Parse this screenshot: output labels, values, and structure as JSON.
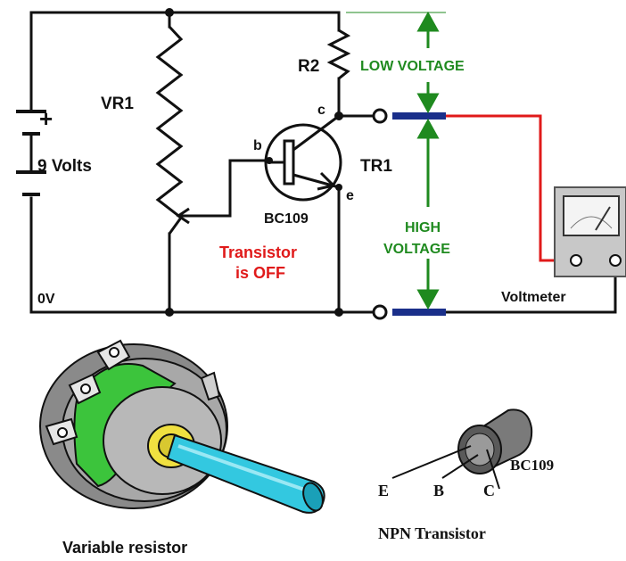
{
  "circuit": {
    "battery_plus": "+",
    "battery_label": "9 Volts",
    "ground_label": "0V",
    "vr1_label": "VR1",
    "r2_label": "R2",
    "tr1_label": "TR1",
    "tr1_part": "BC109",
    "pin_b": "b",
    "pin_c": "c",
    "pin_e": "e",
    "status_line1": "Transistor",
    "status_line2": "is OFF",
    "low_voltage": "LOW VOLTAGE",
    "high_line1": "HIGH",
    "high_line2": "VOLTAGE",
    "voltmeter_label": "Voltmeter"
  },
  "components": {
    "variable_resistor_caption": "Variable resistor",
    "transistor_caption": "NPN Transistor",
    "transistor_part": "BC109",
    "pin_E": "E",
    "pin_B": "B",
    "pin_C": "C"
  },
  "colors": {
    "wire": "#111111",
    "green": "#1f8a1f",
    "red": "#e01a1a",
    "blue": "#1a2f8a"
  }
}
